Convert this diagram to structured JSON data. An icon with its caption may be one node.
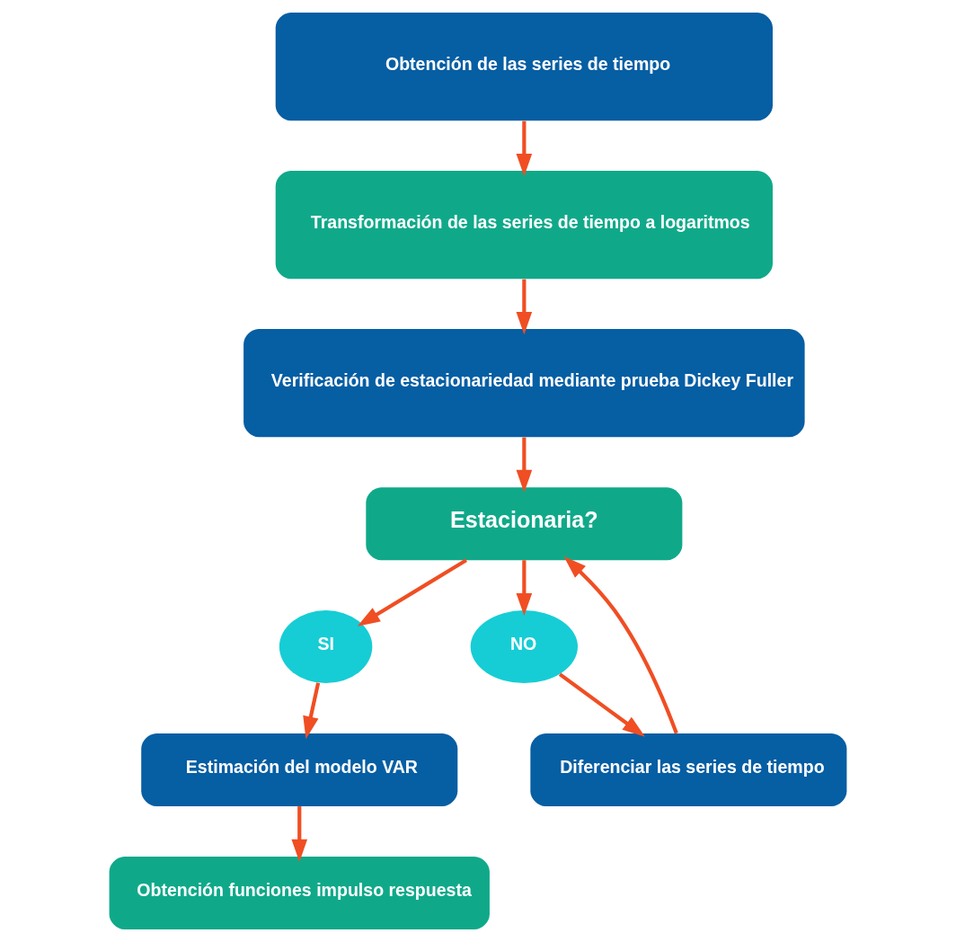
{
  "diagram": {
    "nodes": [
      {
        "text": [
          "Obtención de las series de tiempo"
        ]
      },
      {
        "text": [
          "Transformación de las series de tiempo a logaritmos"
        ]
      },
      {
        "text": [
          "Verificación de estacionariedad mediante prueba Dickey Fuller"
        ]
      },
      {
        "text": [
          "Estacionaria?"
        ]
      },
      {
        "text": [
          "SI"
        ]
      },
      {
        "text": [
          "NO"
        ]
      },
      {
        "text": [
          "Estimación del modelo VAR"
        ]
      },
      {
        "text": [
          "Diferenciar las series de tiempo"
        ]
      },
      {
        "text": [
          "Obtención funciones impulso respuesta"
        ]
      }
    ],
    "edges": [
      {
        "from": 0,
        "to": 1,
        "arrow": "to"
      },
      {
        "from": 1,
        "to": 2,
        "arrow": "to"
      },
      {
        "from": 2,
        "to": 3,
        "arrow": "to"
      },
      {
        "from": 3,
        "to": 4,
        "arrow": "to"
      },
      {
        "from": 3,
        "to": 5,
        "arrow": "to"
      },
      {
        "from": 4,
        "to": 6,
        "arrow": "to"
      },
      {
        "from": 5,
        "to": 7,
        "arrow": "to"
      },
      {
        "from": 7,
        "to": 3,
        "arrow": "to"
      },
      {
        "from": 6,
        "to": 8,
        "arrow": "to"
      }
    ]
  }
}
